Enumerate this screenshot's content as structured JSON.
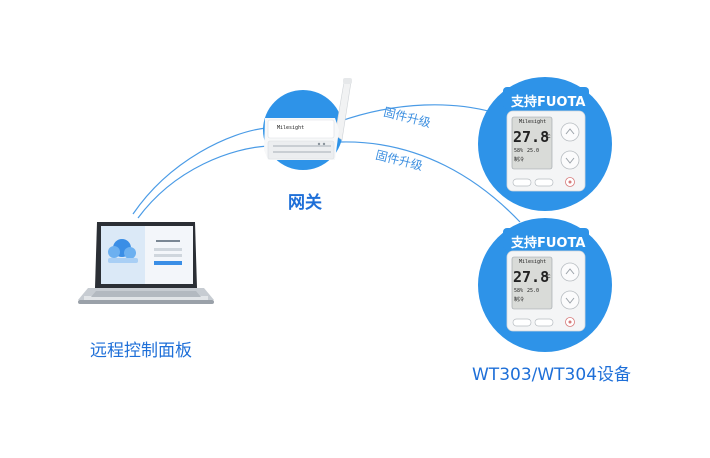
{
  "nodes": {
    "gateway": {
      "label": "网关"
    },
    "remote_panel": {
      "label": "远程控制面板"
    },
    "devices": {
      "label": "WT303/WT304设备",
      "badges": [
        "支持FUOTA",
        "支持FUOTA"
      ],
      "screen": {
        "brand": "Milesight",
        "temp_big": "27.8",
        "unit": "℃",
        "humidity": "58%",
        "temp_small": "25.0",
        "mode": "制冷"
      }
    }
  },
  "edges": {
    "firmware_labels": [
      "固件升级",
      "固件升级"
    ]
  },
  "gateway_brand": "Milesight",
  "colors": {
    "accent": "#1e6fd8",
    "line": "#4a9be6",
    "circle": "#2e93e8",
    "device_body": "#f4f5f6"
  }
}
